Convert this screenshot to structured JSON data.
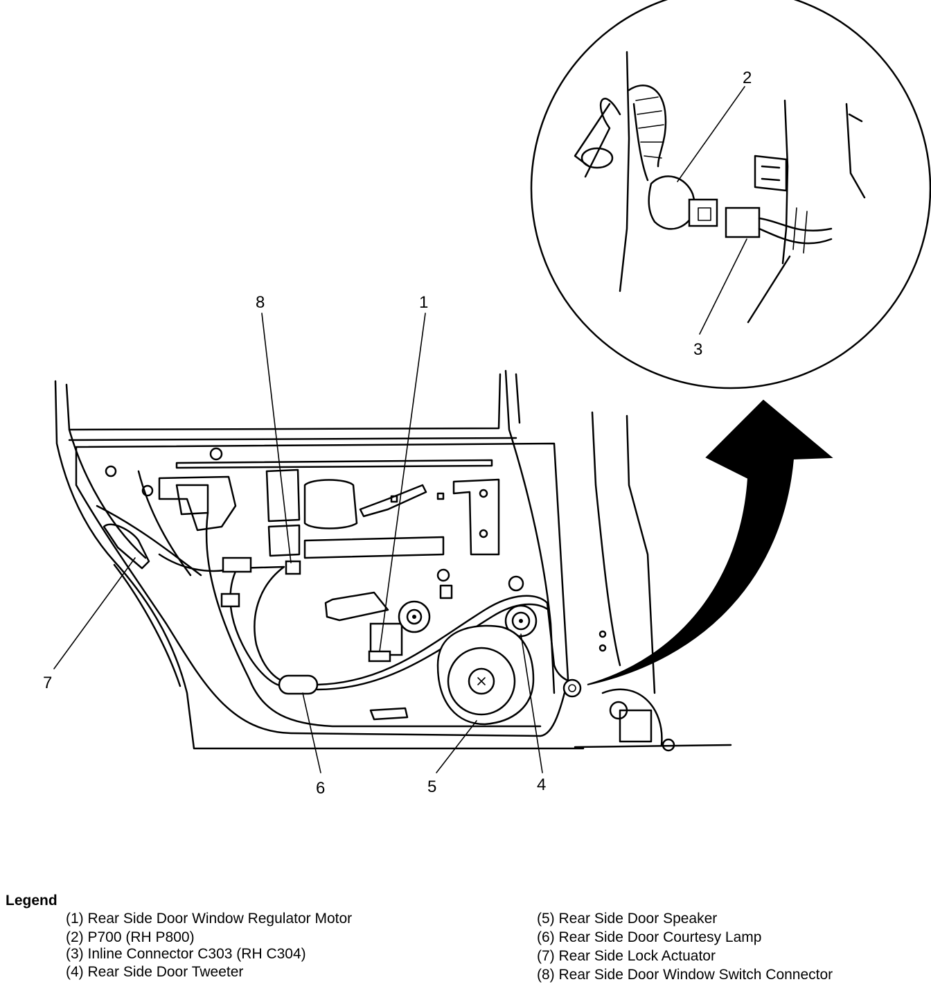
{
  "callouts": [
    "1",
    "2",
    "3",
    "4",
    "5",
    "6",
    "7",
    "8"
  ],
  "legend": {
    "title": "Legend",
    "left_items": [
      "(1) Rear Side Door Window Regulator Motor",
      "(2) P700 (RH P800)",
      "(3) Inline Connector C303 (RH C304)",
      "(4) Rear Side Door Tweeter"
    ],
    "right_items": [
      "(5) Rear Side Door Speaker",
      "(6) Rear Side Door Courtesy Lamp",
      "(7) Rear Side Lock Actuator",
      "(8) Rear Side Door Window Switch Connector"
    ]
  }
}
